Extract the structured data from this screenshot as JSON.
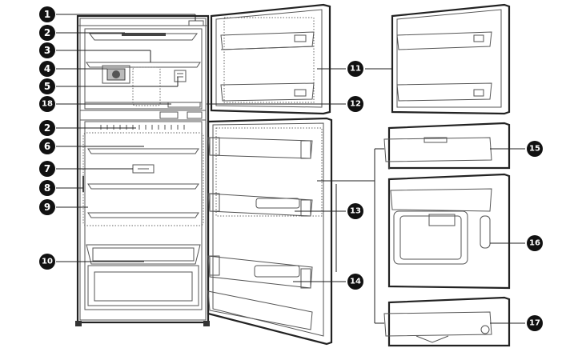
{
  "callouts": [
    {
      "id": "c1",
      "label": "1"
    },
    {
      "id": "c2a",
      "label": "2"
    },
    {
      "id": "c3",
      "label": "3"
    },
    {
      "id": "c4",
      "label": "4"
    },
    {
      "id": "c5",
      "label": "5"
    },
    {
      "id": "c18",
      "label": "18"
    },
    {
      "id": "c2b",
      "label": "2"
    },
    {
      "id": "c6",
      "label": "6"
    },
    {
      "id": "c7",
      "label": "7"
    },
    {
      "id": "c8",
      "label": "8"
    },
    {
      "id": "c9",
      "label": "9"
    },
    {
      "id": "c10",
      "label": "10"
    },
    {
      "id": "c11",
      "label": "11"
    },
    {
      "id": "c12",
      "label": "12"
    },
    {
      "id": "c13",
      "label": "13"
    },
    {
      "id": "c14",
      "label": "14"
    },
    {
      "id": "c15",
      "label": "15"
    },
    {
      "id": "c16",
      "label": "16"
    },
    {
      "id": "c17",
      "label": "17"
    }
  ]
}
